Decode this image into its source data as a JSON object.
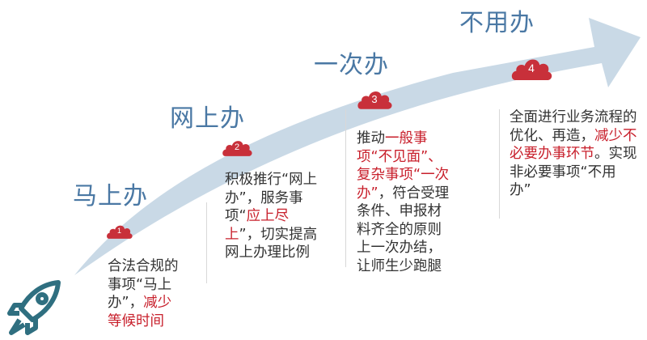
{
  "colors": {
    "title": "#4a78a4",
    "accent_red": "#c8202c",
    "arrow": "#c9d9e6",
    "rocket": "#2f6f80"
  },
  "steps": [
    {
      "number": "1",
      "title": "马上办",
      "desc": [
        {
          "text": "合法合规的事项“马上办”，",
          "red": false
        },
        {
          "text": "减少等候时间",
          "red": true
        }
      ]
    },
    {
      "number": "2",
      "title": "网上办",
      "desc": [
        {
          "text": "积极推行“网上办”，服务事项“",
          "red": false
        },
        {
          "text": "应上尽上",
          "red": true
        },
        {
          "text": "”，切实提高网上办理比例",
          "red": false
        }
      ]
    },
    {
      "number": "3",
      "title": "一次办",
      "desc": [
        {
          "text": "推动",
          "red": false
        },
        {
          "text": "一般事项“不见面”、复杂事项“一次办”",
          "red": true
        },
        {
          "text": "，符合受理条件、申报材料齐全的原则上一次办结，让师生少跑腿",
          "red": false
        }
      ]
    },
    {
      "number": "4",
      "title": "不用办",
      "desc": [
        {
          "text": "全面进行业务流程的优化、再造，",
          "red": false
        },
        {
          "text": "减少不必要办事环节",
          "red": true
        },
        {
          "text": "。实现非必要事项“不用办”",
          "red": false
        }
      ]
    }
  ]
}
